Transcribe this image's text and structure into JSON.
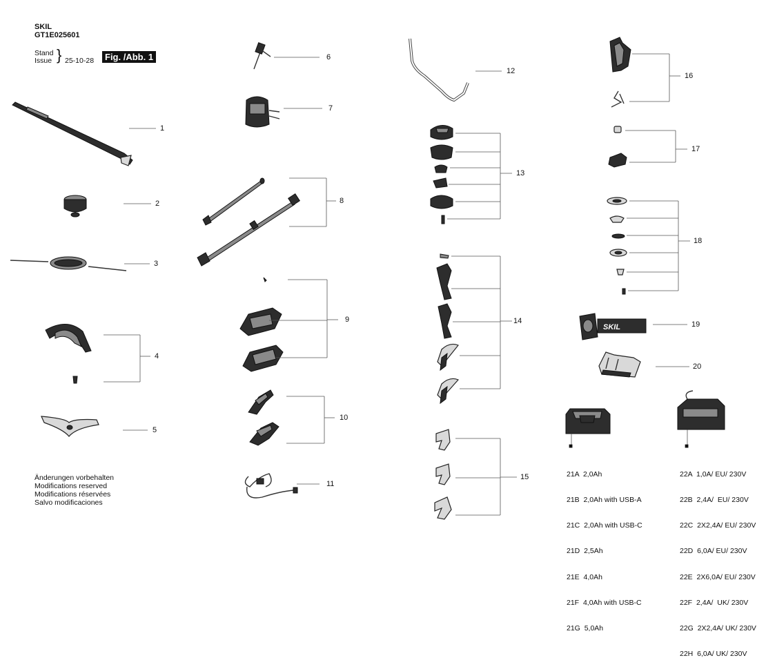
{
  "header": {
    "brand": "SKIL",
    "model": "GT1E025601",
    "stand_label": "Stand",
    "issue_label": "Issue",
    "brace": "}",
    "date": "25-10-28",
    "fig_label": "Fig. /Abb. 1"
  },
  "parts": [
    {
      "id": "1",
      "label": "1"
    },
    {
      "id": "2",
      "label": "2"
    },
    {
      "id": "3",
      "label": "3"
    },
    {
      "id": "4",
      "label": "4"
    },
    {
      "id": "5",
      "label": "5"
    },
    {
      "id": "6",
      "label": "6"
    },
    {
      "id": "7",
      "label": "7"
    },
    {
      "id": "8",
      "label": "8"
    },
    {
      "id": "9",
      "label": "9"
    },
    {
      "id": "10",
      "label": "10"
    },
    {
      "id": "11",
      "label": "11"
    },
    {
      "id": "12",
      "label": "12"
    },
    {
      "id": "13",
      "label": "13"
    },
    {
      "id": "14",
      "label": "14"
    },
    {
      "id": "15",
      "label": "15"
    },
    {
      "id": "16",
      "label": "16"
    },
    {
      "id": "17",
      "label": "17"
    },
    {
      "id": "18",
      "label": "18"
    },
    {
      "id": "19",
      "label": "19"
    },
    {
      "id": "20",
      "label": "20"
    }
  ],
  "battery_label": "SKIL",
  "batteries": [
    {
      "code": "21A",
      "desc": "2,0Ah"
    },
    {
      "code": "21B",
      "desc": "2,0Ah with USB-A"
    },
    {
      "code": "21C",
      "desc": "2,0Ah with USB-C"
    },
    {
      "code": "21D",
      "desc": "2,5Ah"
    },
    {
      "code": "21E",
      "desc": "4,0Ah"
    },
    {
      "code": "21F",
      "desc": "4,0Ah with USB-C"
    },
    {
      "code": "21G",
      "desc": "5,0Ah"
    }
  ],
  "chargers": [
    {
      "code": "22A",
      "desc": "1,0A/ EU/ 230V"
    },
    {
      "code": "22B",
      "desc": "2,4A/  EU/ 230V"
    },
    {
      "code": "22C",
      "desc": "2X2,4A/ EU/ 230V"
    },
    {
      "code": "22D",
      "desc": "6,0A/ EU/ 230V"
    },
    {
      "code": "22E",
      "desc": "2X6,0A/ EU/ 230V"
    },
    {
      "code": "22F",
      "desc": "2,4A/  UK/ 230V"
    },
    {
      "code": "22G",
      "desc": "2X2,4A/ UK/ 230V"
    },
    {
      "code": "22H",
      "desc": "6,0A/ UK/ 230V"
    }
  ],
  "marker": "■",
  "notes": [
    "Änderungen vorbehalten",
    "Modifications reserved",
    "Modifications réservées",
    "Salvo modificaciones"
  ]
}
